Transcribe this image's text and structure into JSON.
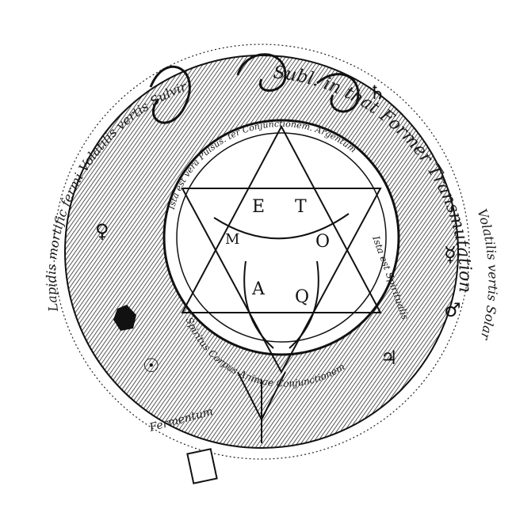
{
  "engraving": {
    "outer_inscription_top": "Subl. in that Former Transmutation",
    "outer_inscription_left": "Lapidis mortific fermi Volatilis vertis Sulvir",
    "outer_inscription_right": "Volatilis vertis Solar",
    "inner_inscription_top": "Ista est vera Pulsus. ter Conjunctionem. Argentum",
    "inner_inscription_right": "Ista est Spiritualis",
    "inner_inscription_bottom": "Spiritus Corpus Animae Conjunctionem",
    "outer_inscription_bottom": "Fermentum",
    "hexagram_letters": [
      "E",
      "T",
      "M",
      "O",
      "A",
      "Q"
    ],
    "planet_symbols": [
      "☿",
      "♂",
      "♀",
      "☉",
      "♃",
      "♄"
    ],
    "colors": {
      "ink": "#111111",
      "paper": "#ffffff",
      "hatching": "#3a3a3a"
    }
  }
}
